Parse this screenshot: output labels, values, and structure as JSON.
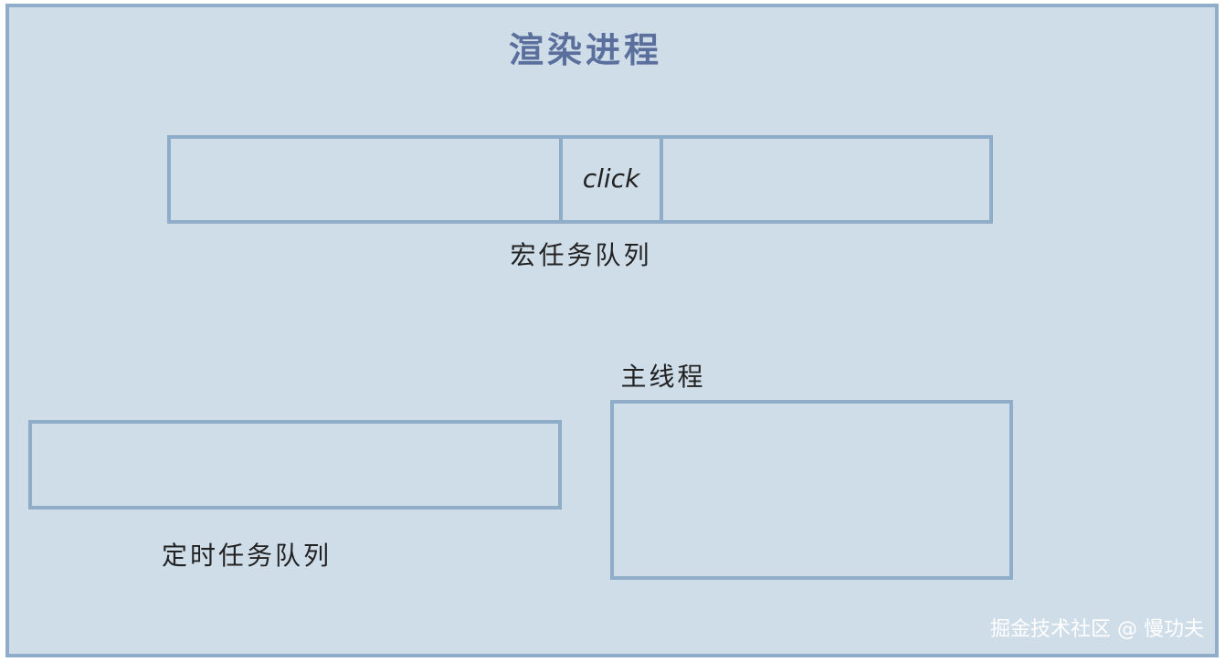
{
  "title": "渲染进程",
  "macrotask_queue": {
    "label": "宏任务队列",
    "item": "click"
  },
  "timer_queue": {
    "label": "定时任务队列"
  },
  "main_thread": {
    "label": "主线程"
  },
  "watermark": "掘金技术社区 @ 慢功夫",
  "colors": {
    "background": "#cfdde9",
    "stroke": "#8fadc8",
    "title": "#5b6f9c"
  }
}
